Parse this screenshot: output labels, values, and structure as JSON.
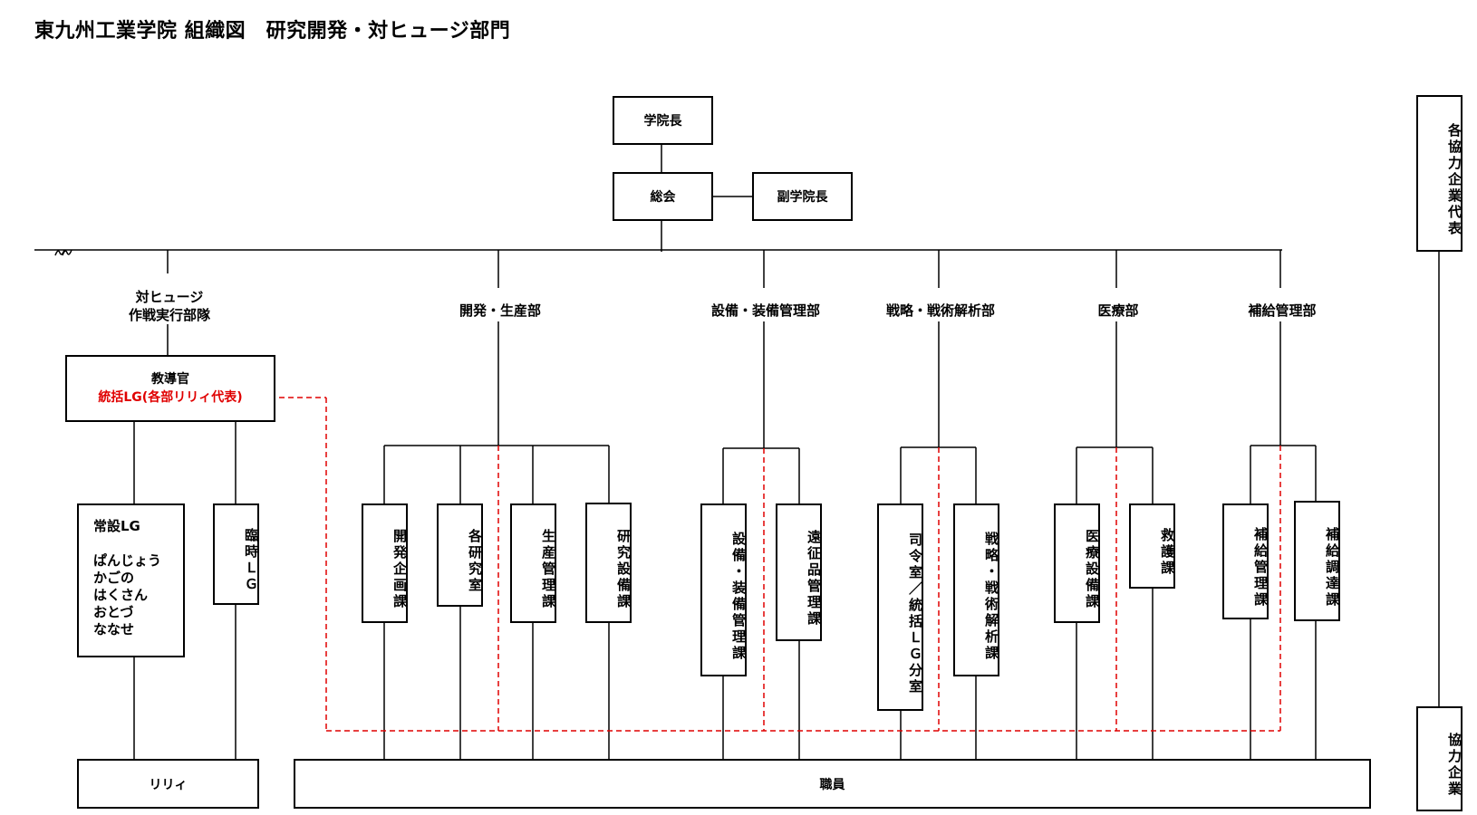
{
  "title": "東九州工業学院 組織図　研究開発・対ヒュージ部門",
  "top": {
    "principal": "学院長",
    "council": "総会",
    "vice_principal": "副学院長"
  },
  "partners": {
    "representative": "各協力企業代表",
    "companies": "協力企業"
  },
  "left": {
    "unit_line1": "対ヒュージ",
    "unit_line2": "作戦実行部隊",
    "instructor": "教導官",
    "instructor_sub": "統括LG(各部リリィ代表)",
    "permanent_title": "常設LG",
    "permanent_members": [
      "ぱんじょう",
      "かごの",
      "はくさん",
      "おとづ",
      "ななせ"
    ],
    "temporary": "臨時ＬＧ",
    "lily": "リリィ"
  },
  "departments": [
    {
      "name": "開発・生産部"
    },
    {
      "name": "設備・装備管理部"
    },
    {
      "name": "戦略・戦術解析部"
    },
    {
      "name": "医療部"
    },
    {
      "name": "補給管理部"
    }
  ],
  "sections": [
    "開発企画課",
    "各研究室",
    "生産管理課",
    "研究設備課",
    "設備・装備管理課",
    "遠征品管理課",
    "司令室／統括ＬＧ分室",
    "戦略・戦術解析課",
    "医療設備課",
    "救護課",
    "補給管理課",
    "補給調達課"
  ],
  "staff": "職員",
  "colors": {
    "line": "#000000",
    "dashed": "#e00000"
  }
}
